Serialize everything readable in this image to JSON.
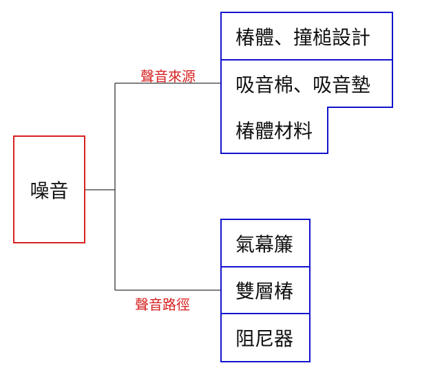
{
  "root": {
    "label": "噪音"
  },
  "branches": [
    {
      "label": "聲音來源",
      "items": [
        "椿體、撞槌設計",
        "吸音棉、吸音墊",
        "椿體材料"
      ]
    },
    {
      "label": "聲音路徑",
      "items": [
        "氣幕簾",
        "雙層椿",
        "阻尼器"
      ]
    }
  ],
  "colors": {
    "root_border": "#d62020",
    "leaf_border": "#1010cc",
    "branch_label": "#d62020",
    "connector": "#333333"
  }
}
